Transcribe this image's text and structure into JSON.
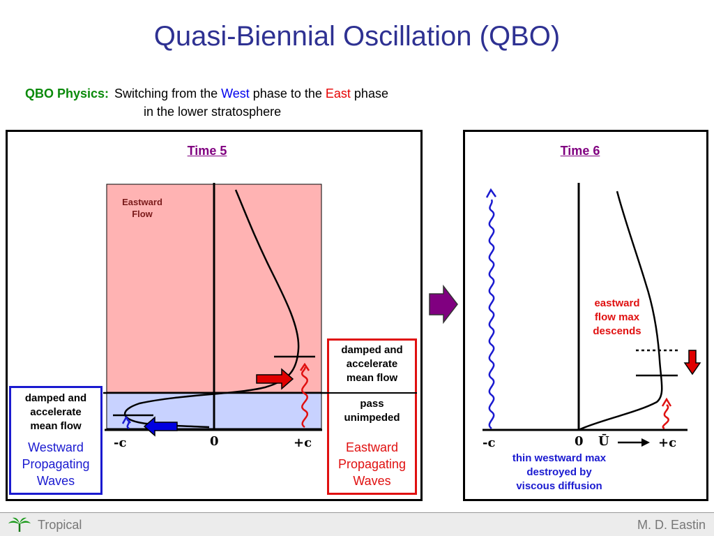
{
  "title": "Quasi-Biennial Oscillation (QBO)",
  "subtitle": {
    "label": "QBO Physics:",
    "part1": "Switching from the ",
    "west": "West",
    "part2": " phase to the ",
    "east": "East",
    "part3": " phase",
    "line2": "in the lower stratosphere"
  },
  "panel_left": {
    "time_label": "Time 5",
    "flow_label_line1": "Eastward",
    "flow_label_line2": "Flow",
    "axis_neg": "-c",
    "axis_zero": "0",
    "axis_pos": "+c",
    "left_box": {
      "damped_line1": "damped and",
      "damped_line2": "accelerate",
      "damped_line3": "mean flow",
      "wave_line1": "Westward",
      "wave_line2": "Propagating",
      "wave_line3": "Waves"
    },
    "right_box": {
      "damped_line1": "damped and",
      "damped_line2": "accelerate",
      "damped_line3": "mean flow",
      "pass_line1": "pass",
      "pass_line2": "unimpeded",
      "wave_line1": "Eastward",
      "wave_line2": "Propagating",
      "wave_line3": "Waves"
    }
  },
  "panel_right": {
    "time_label": "Time 6",
    "axis_neg": "-c",
    "axis_zero": "0",
    "axis_u": "Ū",
    "axis_pos": "+c",
    "descends_line1": "eastward",
    "descends_line2": "flow max",
    "descends_line3": "descends",
    "diffusion_line1": "thin westward max",
    "diffusion_line2": "destroyed by",
    "diffusion_line3": "viscous diffusion"
  },
  "footer": {
    "left": "Tropical",
    "right": "M. D. Eastin"
  },
  "colors": {
    "title": "#2e3192",
    "eastward_region": "#ffb3b3",
    "westward_region": "#c8d2ff",
    "blue_wave": "#1a1ad0",
    "red_wave": "#e01010",
    "transition_arrow": "#800080"
  }
}
